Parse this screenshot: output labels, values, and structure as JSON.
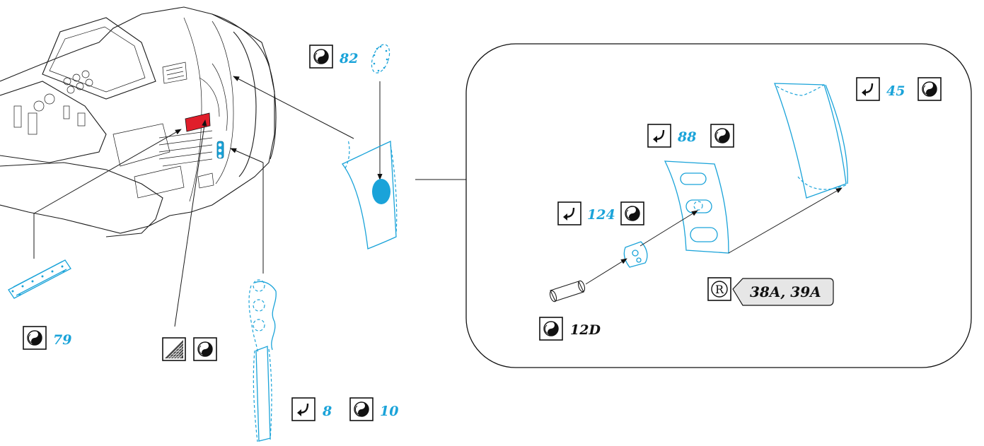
{
  "colors": {
    "photo_etch": "#1aa3d9",
    "highlight": "#e01e2b",
    "callout_fill": "#e6e6e6",
    "ink": "#111111"
  },
  "icons": {
    "glue": "yin-yang-icon",
    "bend": "bend-arrow-icon",
    "mesh": "mesh-icon",
    "remove": "remove-r-icon"
  },
  "labels": {
    "part_82": "82",
    "part_79": "79",
    "part_8": "8",
    "part_10": "10",
    "part_45": "45",
    "part_88": "88",
    "part_124": "124",
    "part_12d": "12D",
    "remove_parts": "38A, 39A"
  }
}
